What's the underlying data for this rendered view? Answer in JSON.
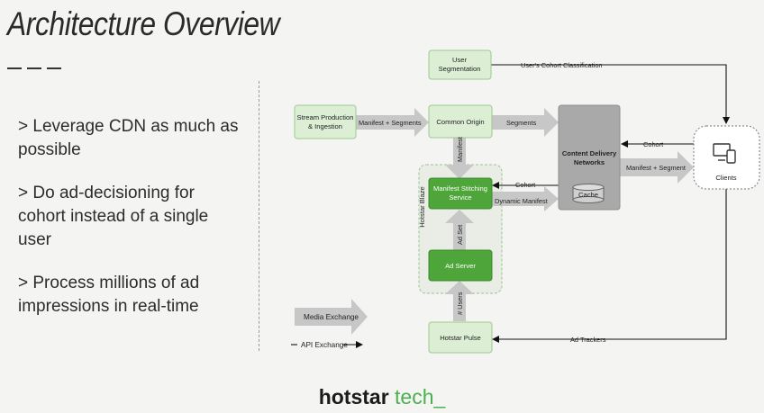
{
  "slide": {
    "title": "Architecture Overview",
    "bullets": [
      "> Leverage CDN as much as possible",
      "> Do ad-decisioning for cohort instead of a single user",
      "> Process millions of ad impressions in real-time"
    ]
  },
  "diagram": {
    "nodes": {
      "user_segmentation": [
        "User",
        "Segmentation"
      ],
      "stream_production": [
        "Stream Production",
        "& Ingestion"
      ],
      "common_origin": "Common Origin",
      "cdn": [
        "Content Delivery",
        "Networks"
      ],
      "cache": "Cache",
      "clients": "Clients",
      "manifest_stitching": [
        "Manifest Stitching",
        "Service"
      ],
      "ad_server": "Ad Server",
      "hotstar_pulse": "Hotstar Pulse",
      "hotstar_blaze": "Hotstar Blaze"
    },
    "edges": {
      "cohort_classification": "User's Cohort Classification",
      "manifest_segments": "Manifest + Segments",
      "segments": "Segments",
      "manifest": "Manifest",
      "cohort_cdn": "Cohort",
      "cohort_stitching": "Cohort",
      "dynamic_manifest": "Dynamic Manifest",
      "manifest_segment": "Manifest + Segment",
      "ad_set": "Ad Set",
      "users": "# Users",
      "ad_trackers": "Ad Trackers"
    },
    "legend": {
      "media_exchange": "Media Exchange",
      "api_exchange": "API Exchange"
    },
    "colors": {
      "node_fill_light": "#dcefd5",
      "node_border_light": "#9dc98f",
      "node_fill_dark": "#4ea53a",
      "cdn_fill": "#a9a9a9",
      "arrow_gray": "#c7c7c7"
    }
  },
  "footer": {
    "brand": "hotstar",
    "suffix": "tech_"
  }
}
